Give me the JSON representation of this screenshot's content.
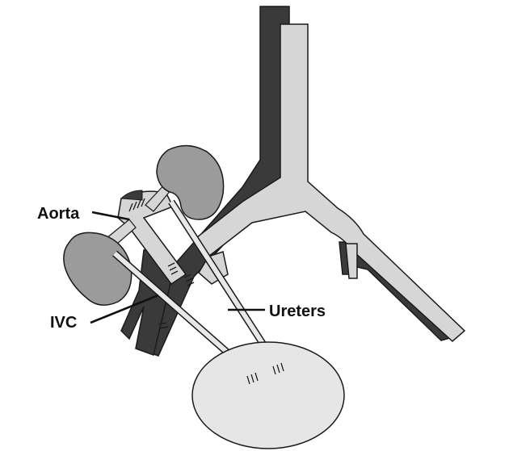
{
  "labels": {
    "aorta": "Aorta",
    "ivc": "IVC",
    "ureters": "Ureters"
  },
  "colors": {
    "background": "#ffffff",
    "vena_cava": "#3a3a3a",
    "aorta_fill": "#d6d6d6",
    "kidney": "#9b9b9b",
    "bladder": "#e6e6e6",
    "ureter": "#e8e8e8",
    "outline": "#1a1a1a"
  }
}
